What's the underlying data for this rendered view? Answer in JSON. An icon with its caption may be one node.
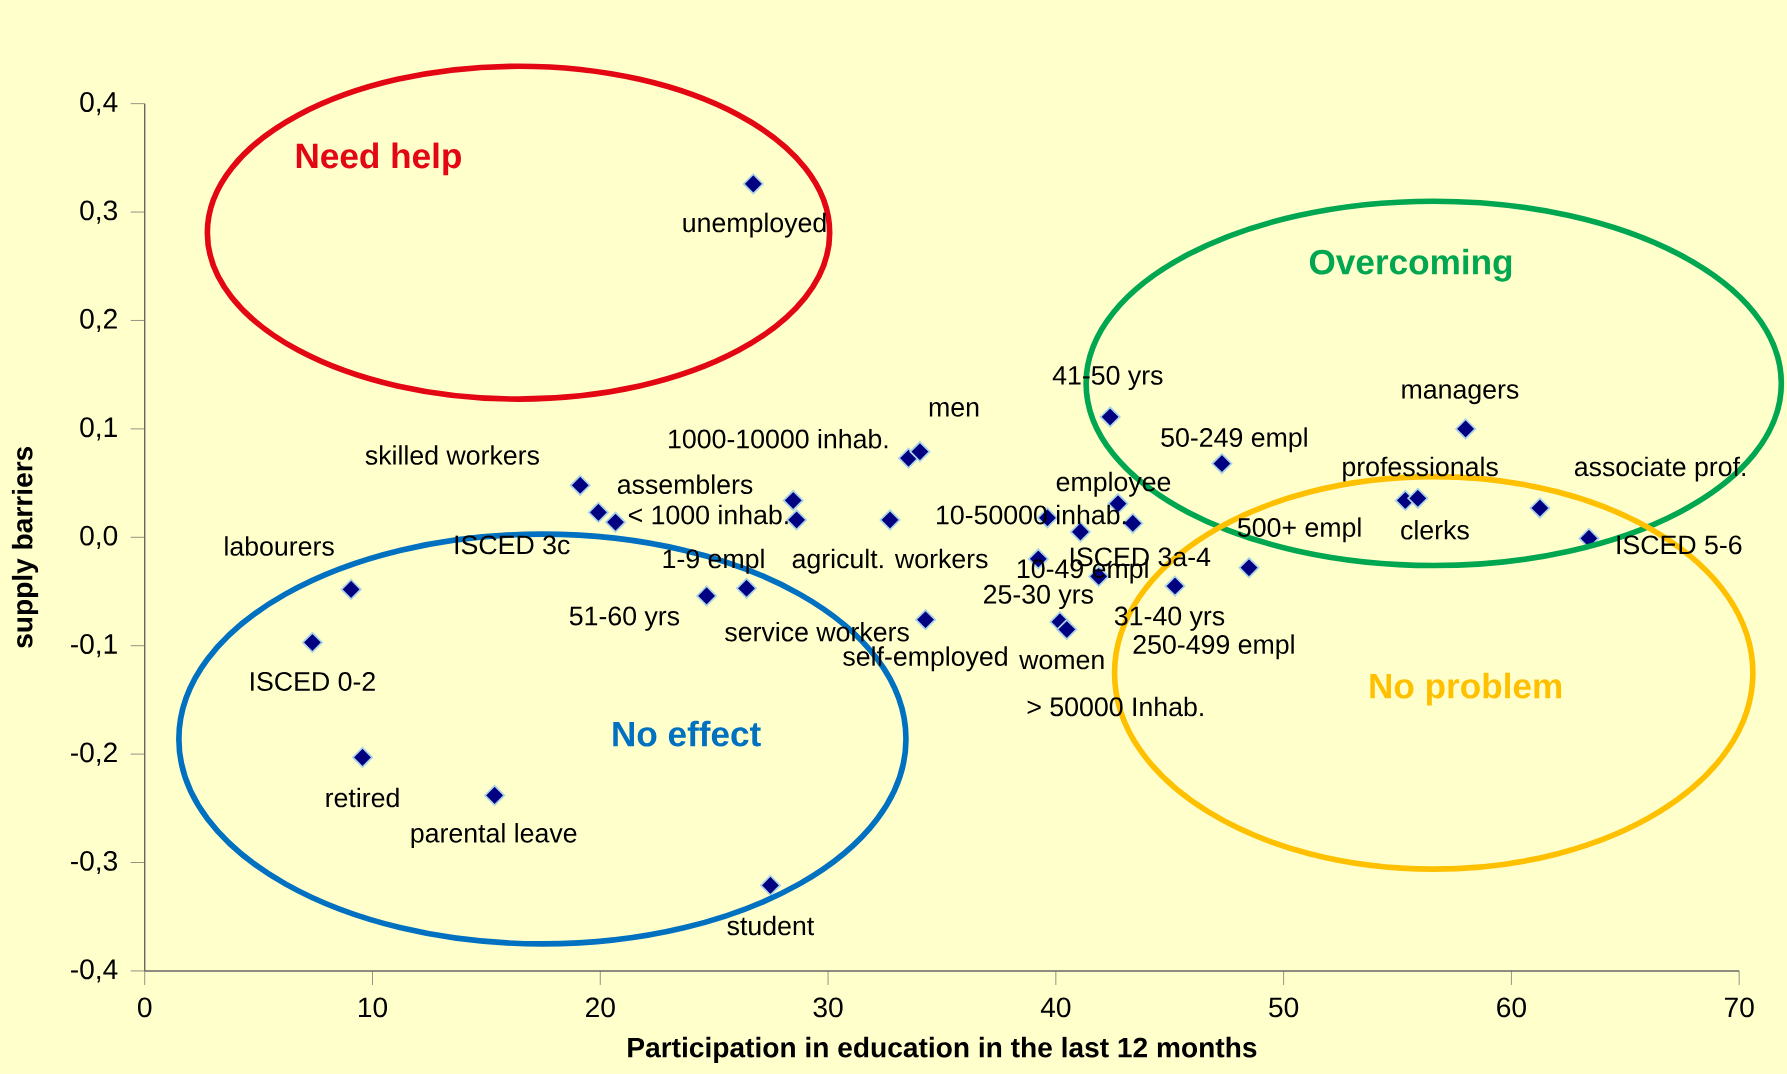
{
  "diagram": {
    "nodes": [
      {
        "text": [
          "Need help"
        ]
      },
      {
        "text": [
          "Overcoming"
        ]
      },
      {
        "text": [
          "No effect"
        ]
      },
      {
        "text": [
          "No problem"
        ]
      }
    ],
    "chart_data": {
      "type": "scatter",
      "xlabel": "Participation in education in the last 12 months",
      "ylabel": "supply barriers",
      "xlim": [
        0,
        70
      ],
      "ylim": [
        -0.4,
        0.4
      ],
      "xticks": [
        0,
        10,
        20,
        30,
        40,
        50,
        60,
        70
      ],
      "yticks": [
        {
          "value": -0.4,
          "label": "-0,4"
        },
        {
          "value": -0.3,
          "label": "-0,3"
        },
        {
          "value": -0.2,
          "label": "-0,2"
        },
        {
          "value": -0.1,
          "label": "-0,1"
        },
        {
          "value": 0.0,
          "label": "0,0"
        },
        {
          "value": 0.1,
          "label": "0,1"
        },
        {
          "value": 0.2,
          "label": "0,2"
        },
        {
          "value": 0.3,
          "label": "0,3"
        },
        {
          "value": 0.4,
          "label": "0,4"
        }
      ],
      "x": [
        26.72,
        19.12,
        19.92,
        20.67,
        28.47,
        28.62,
        33.53,
        34.03,
        32.72,
        42.38,
        47.29,
        39.63,
        42.73,
        41.08,
        43.38,
        39.23,
        41.88,
        45.23,
        48.48,
        40.18,
        40.48,
        34.28,
        24.67,
        26.42,
        9.06,
        7.36,
        9.56,
        15.36,
        27.47,
        55.34,
        55.89,
        57.99,
        61.25,
        63.4
      ],
      "series": [
        {
          "color": "#000080",
          "values": [
            0.326,
            0.048,
            0.023,
            0.014,
            0.034,
            0.016,
            0.073,
            0.079,
            0.016,
            0.111,
            0.068,
            0.018,
            0.031,
            0.005,
            0.013,
            -0.02,
            -0.036,
            -0.045,
            -0.028,
            -0.078,
            -0.085,
            -0.076,
            -0.054,
            -0.047,
            -0.048,
            -0.097,
            -0.203,
            -0.238,
            -0.321,
            0.034,
            0.036,
            0.1,
            0.027,
            -0.001
          ]
        }
      ],
      "annotations": [
        "unemployed",
        "men",
        "1000-10000 inhab.",
        "skilled workers",
        "assemblers",
        "< 1000 inhab.",
        "labourers",
        "ISCED 3c",
        "1-9 empl",
        "agricult. workers",
        "51-60 yrs",
        "service workers",
        "self-employed",
        "ISCED 0-2",
        "retired",
        "parental leave",
        "student",
        "41-50 yrs",
        "50-249 empl",
        "employee",
        "10-50000 inhab.",
        "ISCED 3a-4",
        "10-49 empl",
        "25-30 yrs",
        "31-40 yrs",
        "250-499 empl",
        "women",
        "> 50000 Inhab.",
        "managers",
        "professionals",
        "associate prof.",
        "500+ empl",
        "clerks",
        "ISCED 5-6"
      ]
    }
  }
}
